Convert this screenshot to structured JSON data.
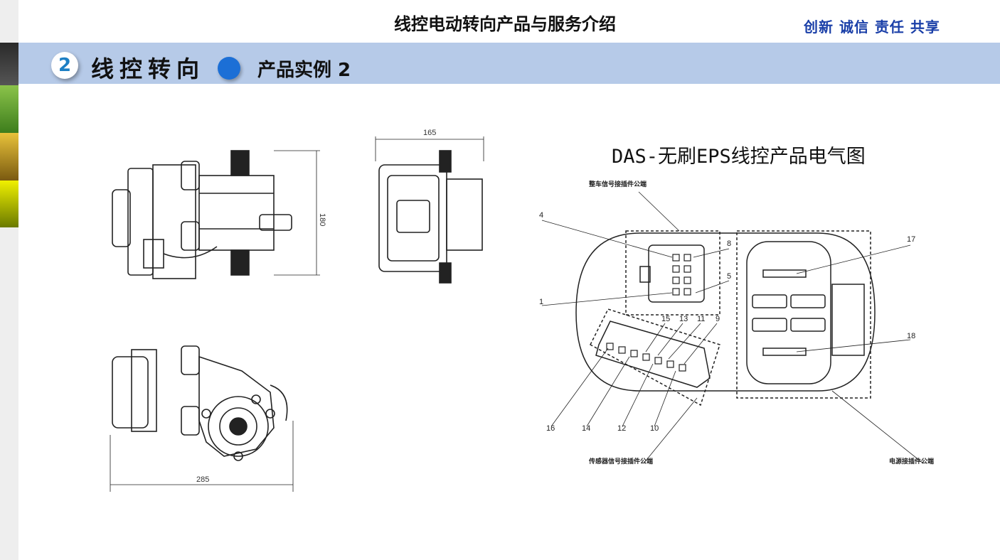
{
  "header": {
    "doc_title": "线控电动转向产品与服务介绍",
    "slogan": "创新  诚信  责任 共享"
  },
  "section": {
    "number": "2",
    "title": "线控转向",
    "subtitle": "产品实例 2"
  },
  "mech_drawing": {
    "dim_width_top": "165",
    "dim_height": "180",
    "dim_length": "285"
  },
  "diagram": {
    "title": "DAS-无刷EPS线控产品电气图",
    "label_vehicle_connector": "整车信号接插件公端",
    "label_sensor_connector": "传感器信号接插件公端",
    "label_power_connector": "电源接插件公端",
    "pins": [
      "4",
      "8",
      "5",
      "1",
      "15",
      "13",
      "11",
      "9",
      "16",
      "14",
      "12",
      "10",
      "17",
      "18"
    ]
  }
}
